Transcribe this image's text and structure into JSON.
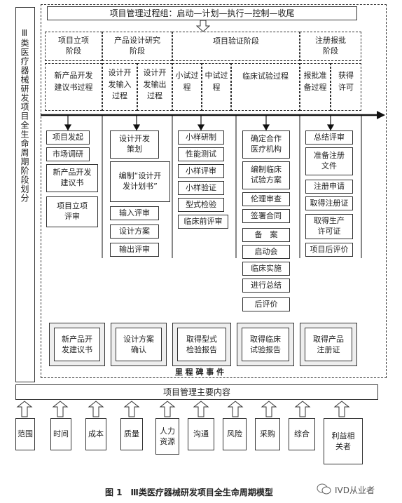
{
  "left_label": "Ⅲ类医疗器械研发项目全生命周期阶段划分",
  "top_banner": "项目管理过程组：启动—计划—执行—控制—收尾",
  "phases": [
    {
      "name": "项目立项\n阶段",
      "processes": [
        "新产品开发\n建议书过程"
      ]
    },
    {
      "name": "产品设计研究\n阶段",
      "processes": [
        "设计开\n发输入\n过程",
        "设计开\n发输出\n过程"
      ]
    },
    {
      "name": "项目验证阶段",
      "processes": [
        "小试过\n程",
        "中试过\n程",
        "临床试验过程"
      ]
    },
    {
      "name": "注册报批\n阶段",
      "processes": [
        "报批准\n备过程",
        "获得\n许可"
      ]
    }
  ],
  "tasks": {
    "col1": [
      "项目发起",
      "市场调研",
      "新产品开发\n建议书",
      "项目立项\n评审"
    ],
    "col2": [
      "设计开发\n策划",
      "编制“设计开\n发计划书”",
      "输入评审",
      "设计方案",
      "输出评审"
    ],
    "col3": [
      "小样研制",
      "性能测试",
      "小样评审",
      "小样验证",
      "型式检验",
      "临床前评审"
    ],
    "col4": [
      "确定合作\n医疗机构",
      "编制临床\n试验方案",
      "伦理审查",
      "签署合同",
      "备　案",
      "启动会",
      "临床实施",
      "进行总结",
      "后评价"
    ],
    "col5": [
      "总结评审",
      "准备注册\n文件",
      "注册申请",
      "取得注册证",
      "取得生产\n许可证",
      "项目后评价"
    ]
  },
  "milestones": [
    "新产品开\n发建议书",
    "设计方案\n确认",
    "取得型式\n检验报告",
    "取得临床\n试验报告",
    "取得产品\n注册证"
  ],
  "milestone_label": "里 程 碑 事 件",
  "mgmt_label": "项目管理主要内容",
  "mgmt_items": [
    "范围",
    "时间",
    "成本",
    "质量",
    "人力\n资源",
    "沟通",
    "风险",
    "采购",
    "综合",
    "利益相\n关者"
  ],
  "caption": "图 1　Ⅲ类医疗器械研发项目全生命周期模型",
  "watermark": "IVD从业者"
}
